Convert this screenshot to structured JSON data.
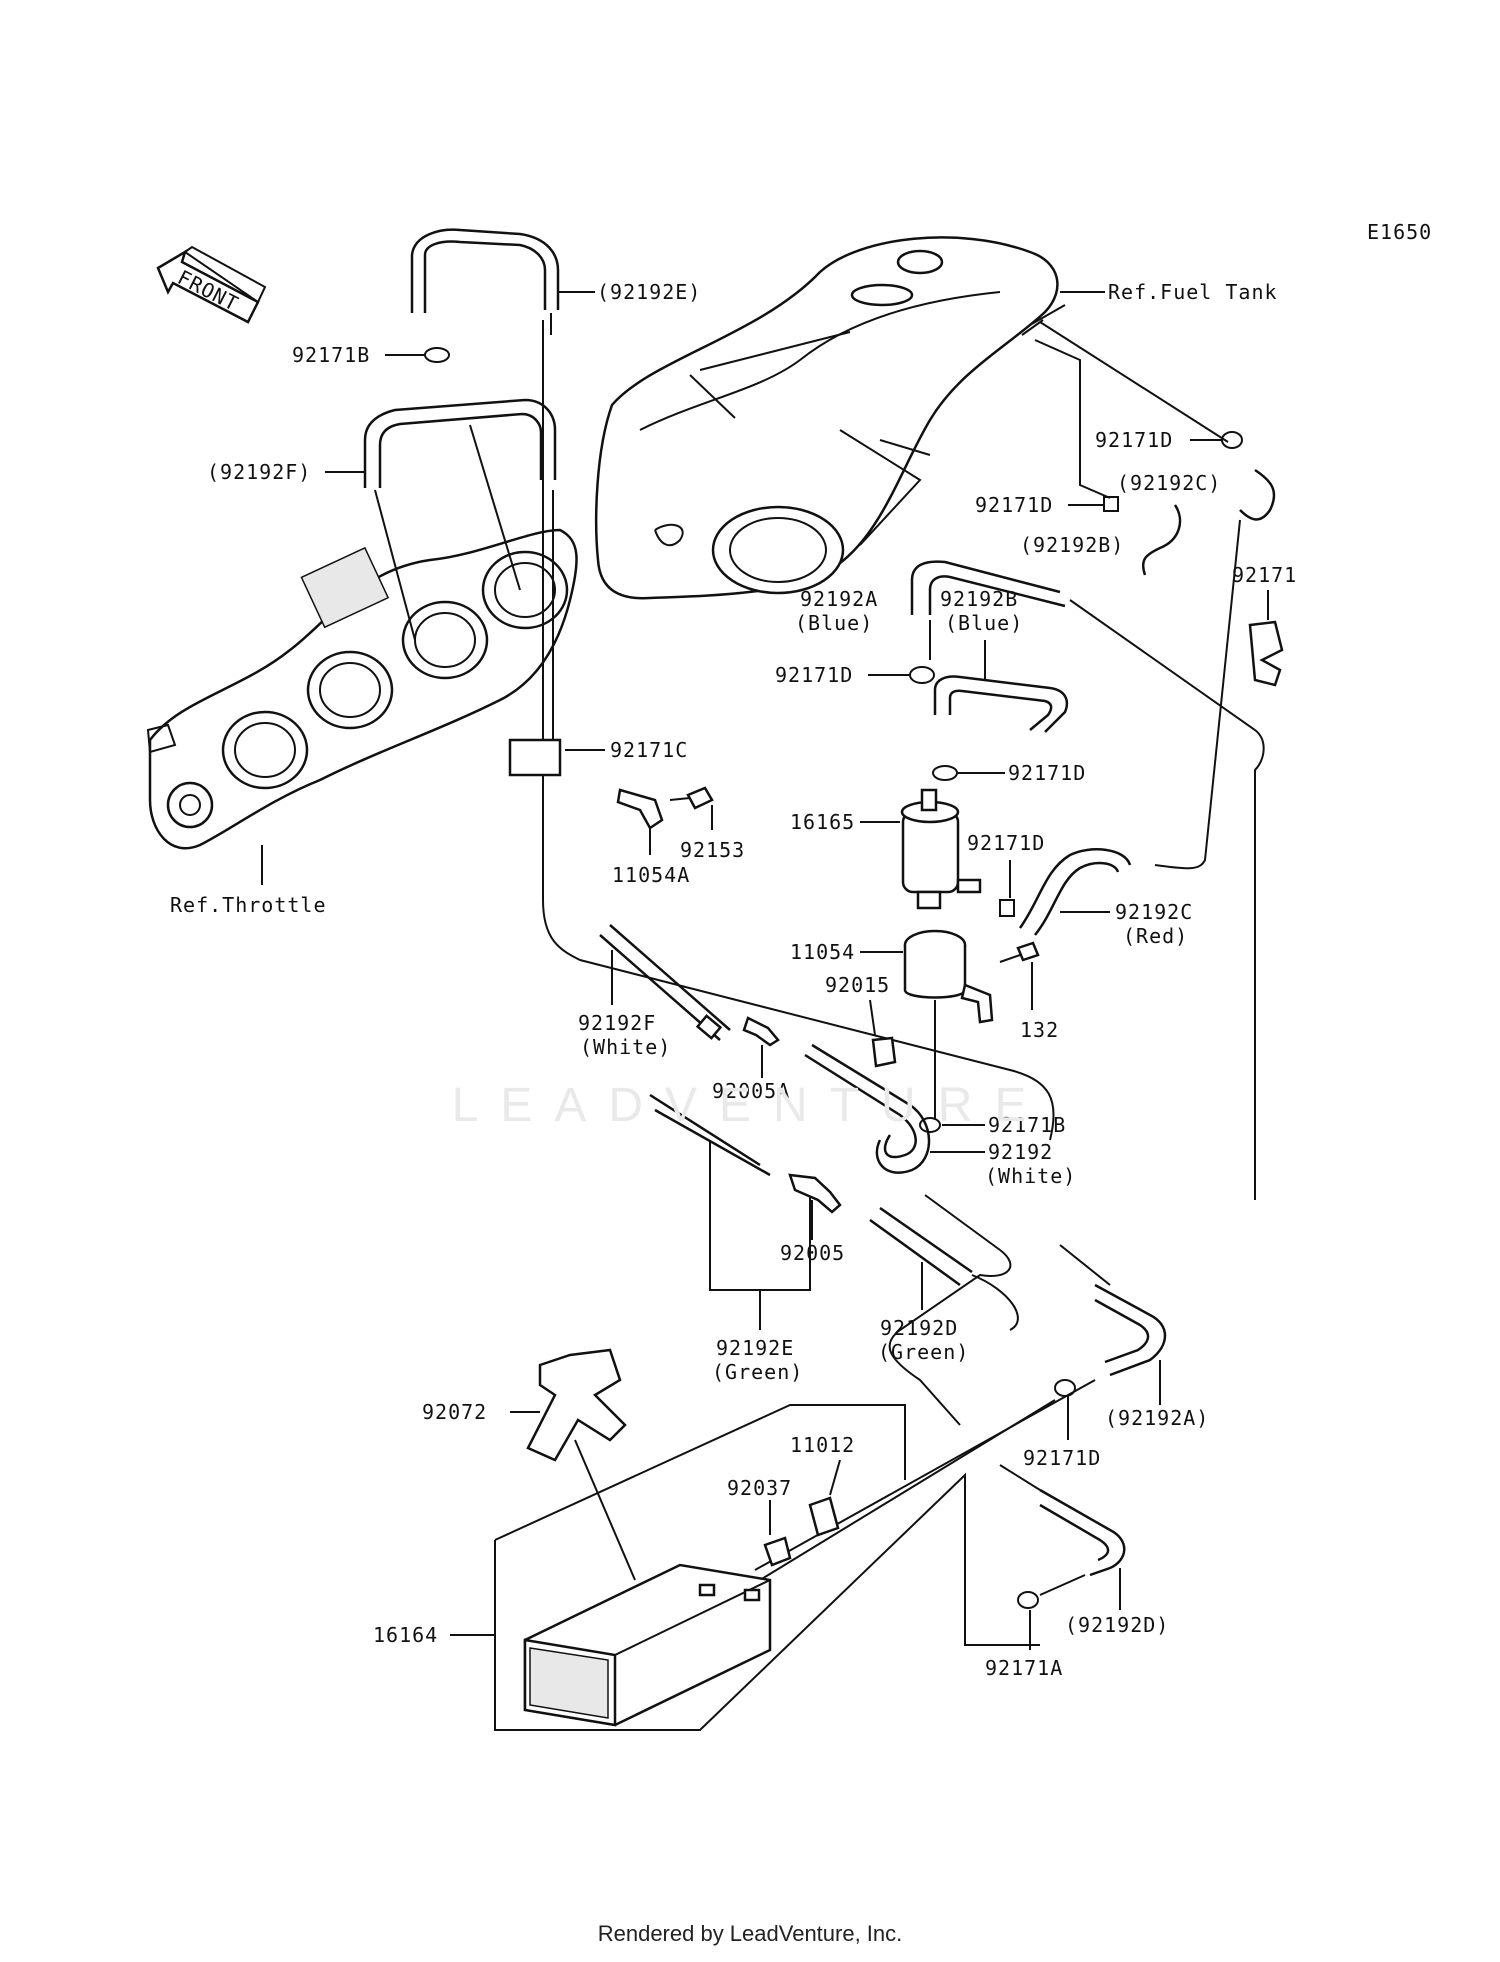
{
  "diagram_code": "E1650",
  "front_label": "FRONT",
  "watermark": "LEADVENTURE",
  "footer": "Rendered by LeadVenture, Inc.",
  "refs": {
    "fuel_tank": "Ref.Fuel Tank",
    "throttle": "Ref.Throttle"
  },
  "labels": {
    "l92192E_top": "(92192E)",
    "l92171B_top": "92171B",
    "l92192F_top": "(92192F)",
    "l92171D_a": "92171D",
    "l92192C_top": "(92192C)",
    "l92171D_b": "92171D",
    "l92192B_top": "(92192B)",
    "l92171": "92171",
    "l92192A_blue": "92192A",
    "l92192A_blue_color": "(Blue)",
    "l92192B_blue": "92192B",
    "l92192B_blue_color": "(Blue)",
    "l92171D_c": "92171D",
    "l92171C": "92171C",
    "l92171D_d": "92171D",
    "l92153": "92153",
    "l11054A": "11054A",
    "l16165": "16165",
    "l92171D_e": "92171D",
    "l92192C_red": "92192C",
    "l92192C_red_color": "(Red)",
    "l11054": "11054",
    "l92015": "92015",
    "l132": "132",
    "l92192F_white": "92192F",
    "l92192F_white_color": "(White)",
    "l92005A": "92005A",
    "l92171B_bottom": "92171B",
    "l92192_white": "92192",
    "l92192_white_color": "(White)",
    "l92005": "92005",
    "l92192D_green": "92192D",
    "l92192D_green_color": "(Green)",
    "l92192E_green": "92192E",
    "l92192E_green_color": "(Green)",
    "l92192A_paren": "(92192A)",
    "l92072": "92072",
    "l11012": "11012",
    "l92037": "92037",
    "l92171D_f": "92171D",
    "l16164": "16164",
    "l92192D_paren": "(92192D)",
    "l92171A": "92171A"
  }
}
